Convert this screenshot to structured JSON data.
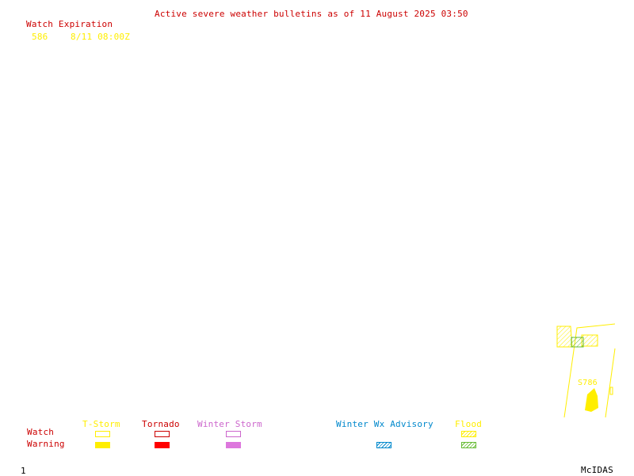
{
  "header": {
    "title": "Active severe weather bulletins as of 11 August 2025 03:50",
    "watch_expiration_label": "Watch Expiration",
    "watch_entry": {
      "number": "586",
      "expires": "8/11 08:00Z"
    }
  },
  "map": {
    "watch_box_label": "S786"
  },
  "legend": {
    "columns": {
      "tstorm": "T-Storm",
      "tornado": "Tornado",
      "winter_storm": "Winter Storm",
      "winter_advisory": "Winter Wx Advisory",
      "flood": "Flood"
    },
    "rows": {
      "watch": "Watch",
      "warning": "Warning"
    }
  },
  "footer": {
    "frame_number": "1",
    "software": "McIDAS"
  },
  "colors": {
    "title": "#cc0000",
    "tstorm": "#ffee00",
    "tornado": "#ff0000",
    "winter_storm": "#dd77dd",
    "winter_advisory": "#0088cc",
    "flood_watch": "#ffee00",
    "flood_warning": "#66bb33"
  }
}
